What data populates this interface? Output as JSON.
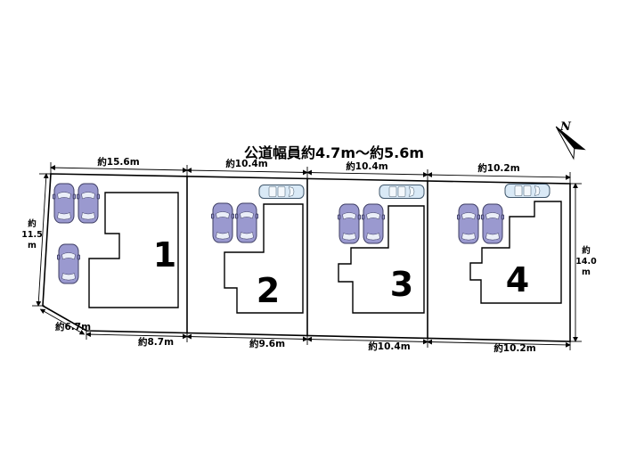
{
  "title": "公道幅員約4.7m〜約5.6m",
  "compass": {
    "north_label": "N"
  },
  "dimensions": {
    "top": [
      "約15.6m",
      "約10.4m",
      "約10.4m",
      "約10.2m"
    ],
    "bottom": [
      "約8.7m",
      "約9.6m",
      "約10.4m",
      "約10.2m"
    ],
    "bottom_left": "約6.7m",
    "left": [
      "約",
      "11.5",
      "m"
    ],
    "right": [
      "約",
      "14.0",
      "m"
    ]
  },
  "lots": [
    {
      "number": "1"
    },
    {
      "number": "2"
    },
    {
      "number": "3"
    },
    {
      "number": "4"
    }
  ],
  "colors": {
    "line": "#000000",
    "background": "#ffffff",
    "car_body": "#9a99cf",
    "car_window": "#eaeef8",
    "van_body": "#d9e9f6",
    "van_window": "#f4f8fc"
  }
}
